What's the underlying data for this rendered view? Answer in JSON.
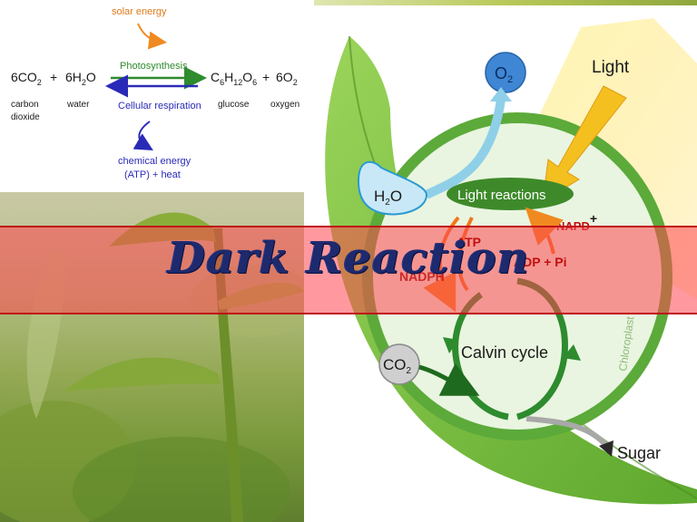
{
  "equation": {
    "solar_energy": "solar energy",
    "reactant1_coef": "6CO",
    "reactant1_sub": "2",
    "plus1": "+",
    "reactant2_pre": "6H",
    "reactant2_sub": "2",
    "reactant2_post": "O",
    "photosynthesis": "Photosynthesis",
    "cellular_respiration": "Cellular respiration",
    "product1_pre": "C",
    "product1_sub1": "6",
    "product1_mid1": "H",
    "product1_sub2": "12",
    "product1_mid2": "O",
    "product1_sub3": "6",
    "plus2": "+",
    "product2_coef": "6O",
    "product2_sub": "2",
    "carbon": "carbon",
    "dioxide": "dioxide",
    "water": "water",
    "glucose": "glucose",
    "oxygen": "oxygen",
    "chemical_energy_line1": "chemical energy",
    "chemical_energy_line2": "(ATP) + heat"
  },
  "diagram": {
    "o2_main": "O",
    "o2_sub": "2",
    "light": "Light",
    "h2o_pre": "H",
    "h2o_sub": "2",
    "h2o_post": "O",
    "light_reactions": "Light reactions",
    "napd": "NAPD",
    "napd_sup": "+",
    "atp": "ATP",
    "nadph": "NADPH",
    "adp_pi": "ADP + Pi",
    "co2_main": "CO",
    "co2_sub": "2",
    "calvin_cycle": "Calvin cycle",
    "chloroplast": "Chloroplast",
    "sugar": "Sugar"
  },
  "banner": {
    "title": "Dark Reaction"
  },
  "colors": {
    "photosynthesis_arrow": "#2e8b2e",
    "respiration_arrow": "#2a2ab8",
    "solar_arrow": "#f08a20",
    "leaf": "#7cc043",
    "chloroplast_ring": "#5caa3a",
    "banner_fill": "#ff4650",
    "title_color": "#1e2a6e"
  }
}
